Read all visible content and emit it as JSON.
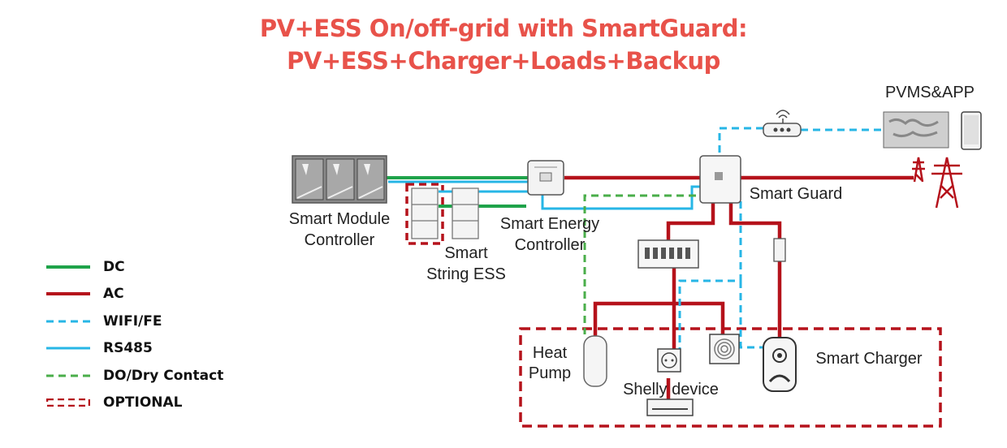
{
  "title": {
    "line1": "PV+ESS On/off-grid with SmartGuard:",
    "line2": "PV+ESS+Charger+Loads+Backup"
  },
  "labels": {
    "pvms": "PVMS&APP",
    "smart_module_line1": "Smart Module",
    "smart_module_line2": "Controller",
    "smart_string_line1": "Smart",
    "smart_string_line2": "String ESS",
    "smart_energy_line1": "Smart Energy",
    "smart_energy_line2": "Controller",
    "smart_guard": "Smart Guard",
    "heat_pump_line1": "Heat",
    "heat_pump_line2": "Pump",
    "shelly": "Shelly device",
    "smart_charger": "Smart Charger"
  },
  "legend": [
    {
      "label": "DC",
      "color": "#1fa34a",
      "style": "solid"
    },
    {
      "label": "AC",
      "color": "#b5121b",
      "style": "solid"
    },
    {
      "label": "WIFI/FE",
      "color": "#27b6e6",
      "style": "dashed"
    },
    {
      "label": "RS485",
      "color": "#27b6e6",
      "style": "solid"
    },
    {
      "label": "DO/Dry Contact",
      "color": "#4aae4a",
      "style": "dashed"
    },
    {
      "label": "OPTIONAL",
      "color": "#b5121b",
      "style": "dashed-box"
    }
  ],
  "colors": {
    "title": "#e8524a",
    "dc": "#1fa34a",
    "ac": "#b5121b",
    "wifi": "#27b6e6",
    "rs485": "#27b6e6",
    "dry_contact": "#4aae4a",
    "optional": "#b5121b"
  },
  "icons": [
    "pv-panels-icon",
    "battery-stack-icon",
    "inverter-icon",
    "smart-guard-icon",
    "router-icon",
    "pvms-screen-icon",
    "phone-icon",
    "transmission-tower-icon",
    "distribution-board-icon",
    "breaker-icon",
    "heat-pump-icon",
    "shelly-plug-icon",
    "induction-cooker-icon",
    "air-conditioner-icon",
    "ev-charger-icon"
  ]
}
